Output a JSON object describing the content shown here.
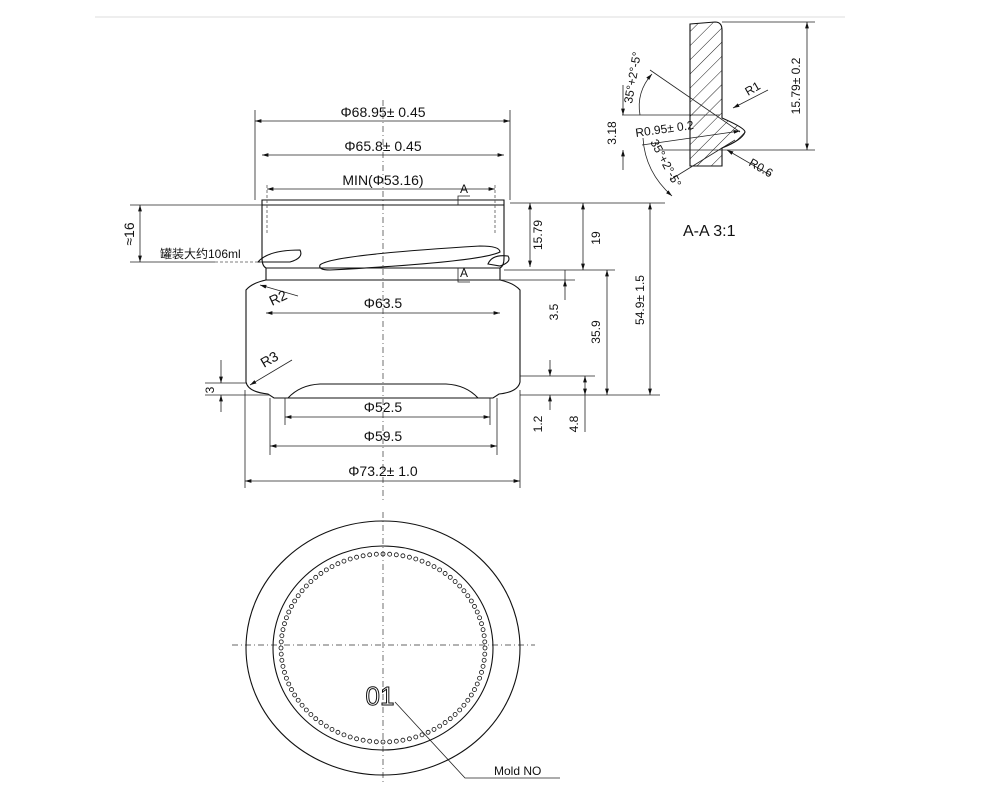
{
  "drawing": {
    "front_view": {
      "dims": {
        "outer_thread_dia": "Φ68.95± 0.45",
        "root_thread_dia": "Φ65.8± 0.45",
        "min_opening": "MIN(Φ53.16)",
        "neck_dia": "Φ63.5",
        "base_inner_dia": "Φ52.5",
        "base_outer_dia": "Φ59.5",
        "body_dia": "Φ73.2± 1.0",
        "finish_height": "15.79",
        "thread_zone_height": "19",
        "total_height": "54.9± 1.5",
        "body_height": "35.9",
        "neck_step": "3.5",
        "base_recess": "1.2",
        "base_height": "4.8",
        "approx_height": "≈16",
        "bottom_radius_height": "3",
        "radius_shoulder": "R2",
        "radius_base": "R3",
        "section_marker": "A"
      },
      "capacity_note": "罐装大约106ml"
    },
    "section_view": {
      "title": "A-A 3:1",
      "height": "15.79± 0.2",
      "lug_height": "3.18",
      "radius_top": "R1",
      "radius_tip": "R0.95± 0.2",
      "radius_bottom": "R0.6",
      "angle_top": "35°+2°-5°",
      "angle_bottom": "35°+2°-5°"
    },
    "bottom_view": {
      "mold_number": "01",
      "mold_label": "Mold NO"
    }
  }
}
